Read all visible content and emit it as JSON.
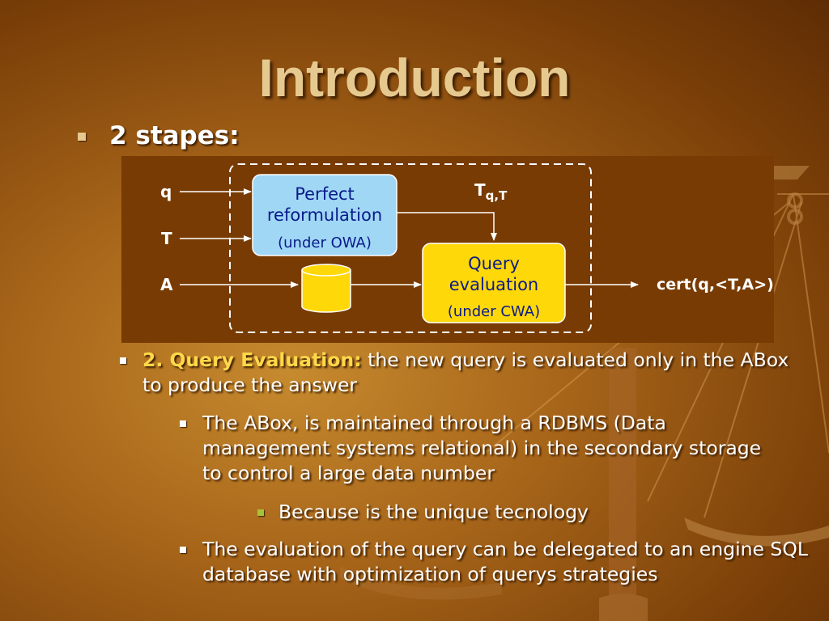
{
  "slide": {
    "title": "Introduction",
    "bullet1": "2 stapes:"
  },
  "diagram": {
    "inputs": {
      "q": "q",
      "t": "T",
      "a": "A"
    },
    "box_reformulation": {
      "line1": "Perfect",
      "line2": "reformulation",
      "line3": "(under OWA)"
    },
    "box_evaluation": {
      "line1": "Query",
      "line2": "evaluation",
      "line3": "(under CWA)"
    },
    "t_qt_main": "T",
    "t_qt_sub": "q,T",
    "output": "cert(q,<T,A>)",
    "colors": {
      "reformulation_box": "#9fd7f5",
      "evaluation_box": "#ffd80a",
      "database": "#ffd80a",
      "panel": "#783b03"
    }
  },
  "bullets": {
    "b2_label": "2. Query Evaluation:",
    "b2_text": " the new query is evaluated only in the ABox to produce the answer",
    "b3_text": "The ABox, is maintained through a RDBMS (Data management systems relational) in the secondary storage to control a large data number",
    "b4_text": "Because is the unique tecnology",
    "b5_text": "The evaluation of the query can be delegated to an engine SQL database with optimization of querys strategies"
  }
}
